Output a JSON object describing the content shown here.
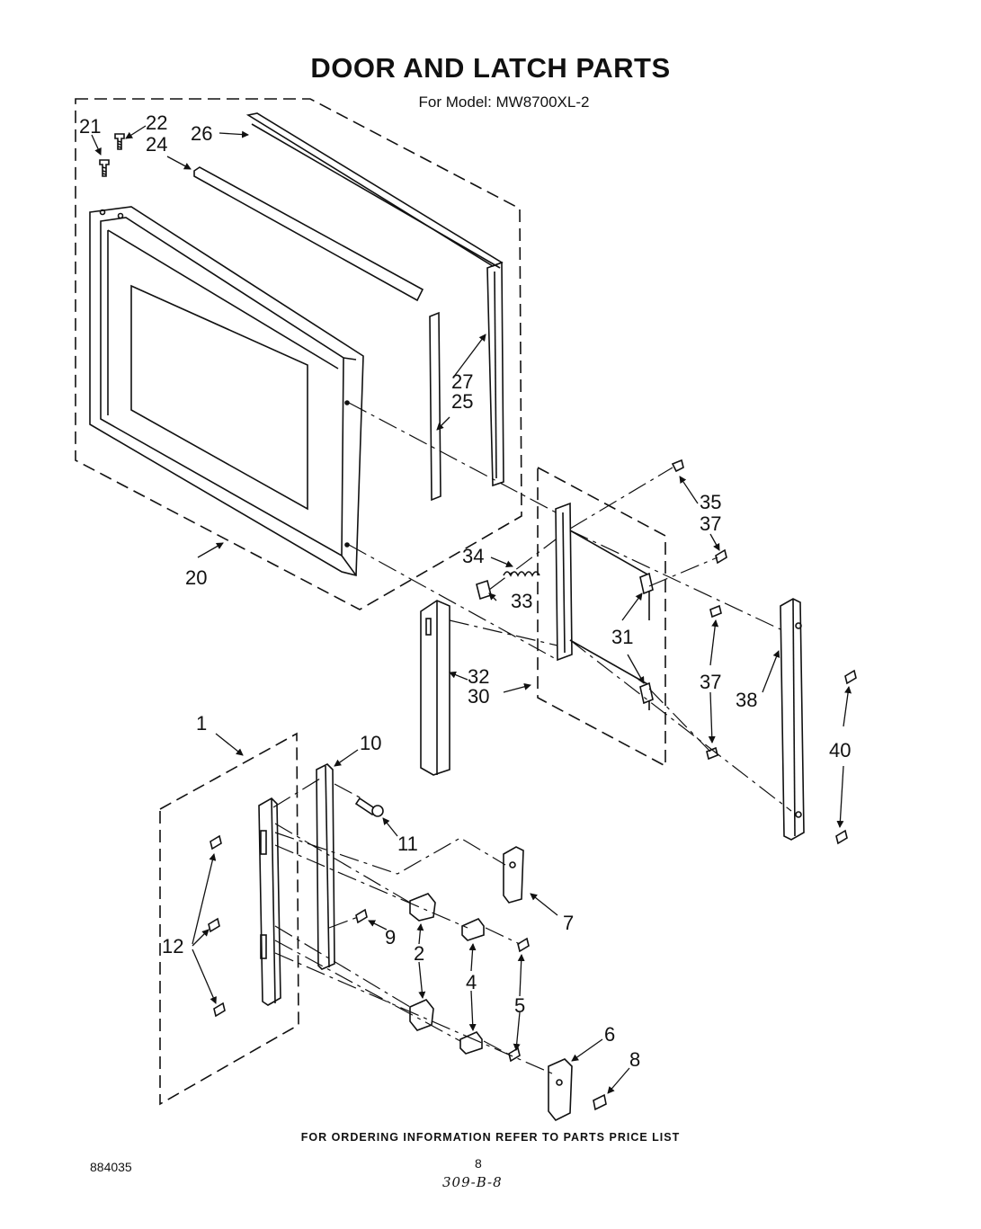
{
  "title": "DOOR AND LATCH PARTS",
  "subtitle": "For Model: MW8700XL-2",
  "footer_note": "FOR ORDERING INFORMATION REFER TO PARTS PRICE LIST",
  "doc_number": "884035",
  "page_number": "8",
  "handwritten_code": "309-B-8",
  "callouts": {
    "c1": "1",
    "c2": "2",
    "c4": "4",
    "c5": "5",
    "c6": "6",
    "c7": "7",
    "c8": "8",
    "c9": "9",
    "c10": "10",
    "c11": "11",
    "c12": "12",
    "c20": "20",
    "c21": "21",
    "c22": "22",
    "c24": "24",
    "c25": "25",
    "c26": "26",
    "c27": "27",
    "c30": "30",
    "c31": "31",
    "c32": "32",
    "c33": "33",
    "c34": "34",
    "c35": "35",
    "c37a": "37",
    "c37b": "37",
    "c38": "38",
    "c40": "40"
  }
}
